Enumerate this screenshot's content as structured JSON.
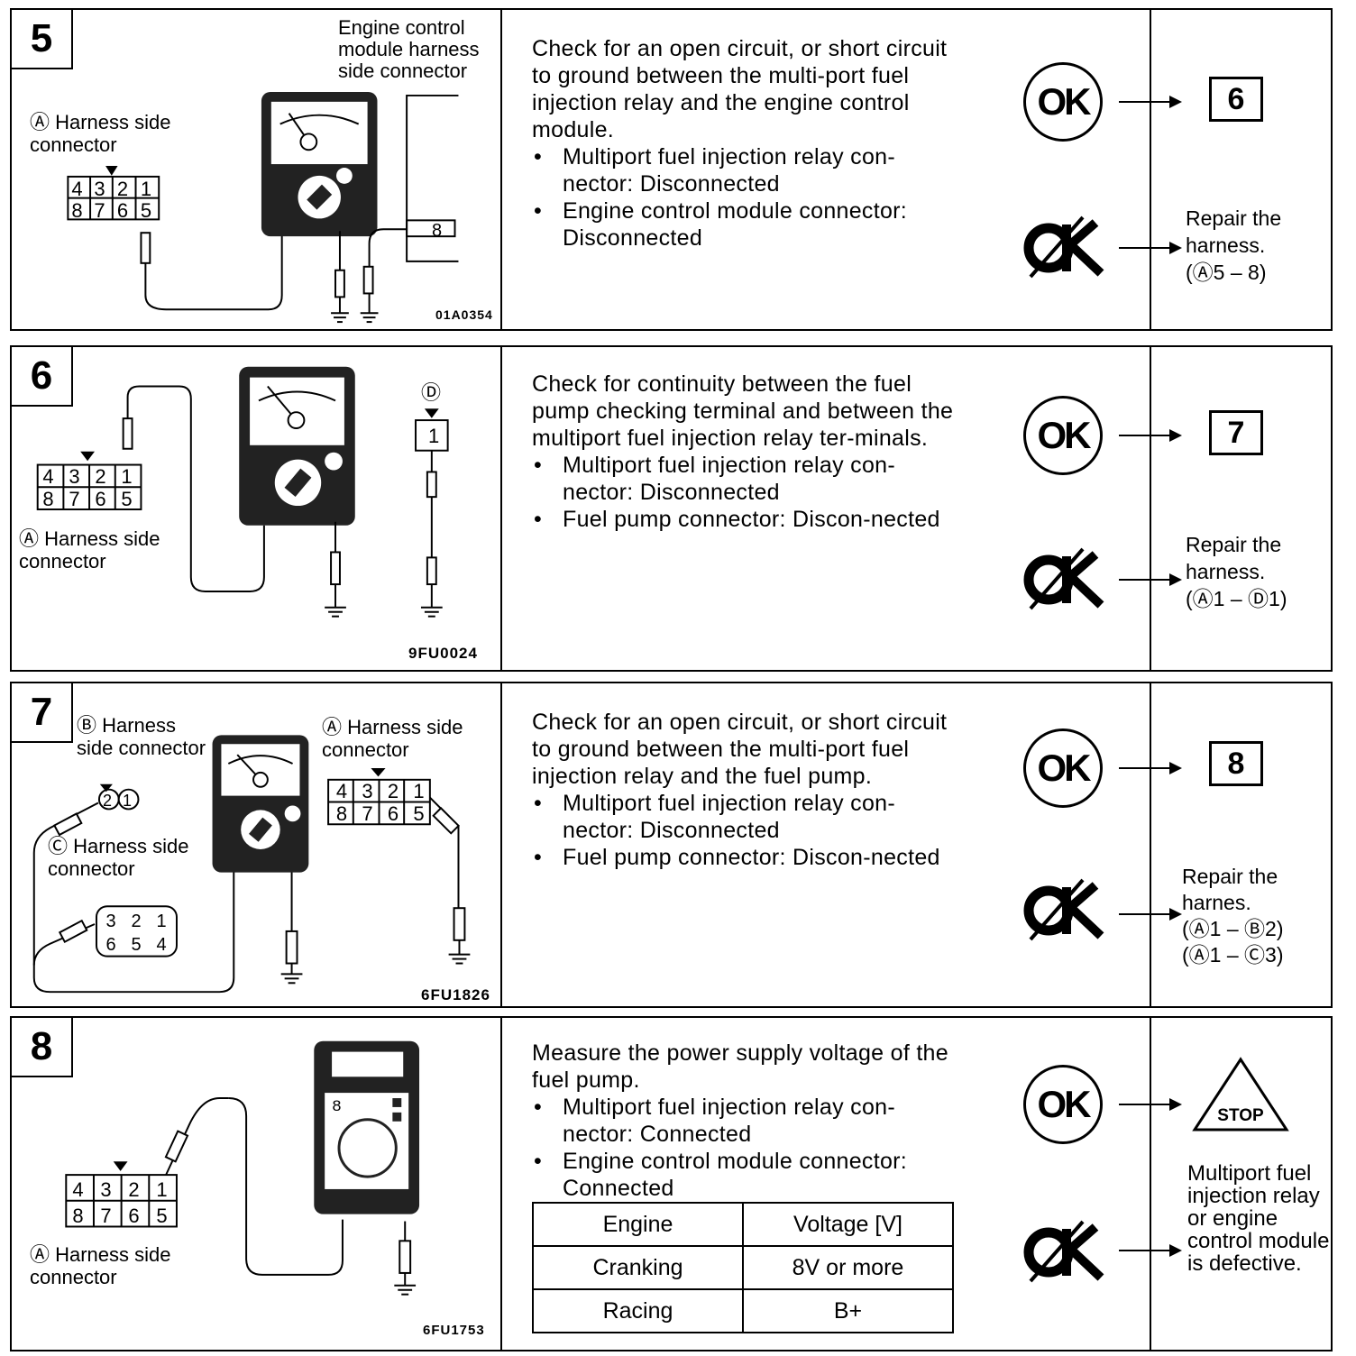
{
  "steps": [
    {
      "number": "5",
      "figure": {
        "code": "01A0354",
        "labels": [
          "Engine control module harness side connector",
          "Ⓐ Harness side connector"
        ],
        "connector_top": [
          "4",
          "3",
          "2",
          "1"
        ],
        "connector_bottom": [
          "8",
          "7",
          "6",
          "5"
        ],
        "pin_label": "8"
      },
      "description": "Check for an open circuit, or short circuit to ground between the multi-port fuel injection relay and the engine control module.",
      "bullets": [
        "Multiport fuel injection relay con-nector: Disconnected",
        "Engine control module connector: Disconnected"
      ],
      "ok_label": "OK",
      "ok_result": "6",
      "ng_result": "Repair the harness.",
      "ng_ref": [
        "(Ⓐ5 – 8)"
      ]
    },
    {
      "number": "6",
      "figure": {
        "code": "9FU0024",
        "labels": [
          "Ⓐ Harness side connector",
          "Ⓓ"
        ],
        "connector_top": [
          "4",
          "3",
          "2",
          "1"
        ],
        "connector_bottom": [
          "8",
          "7",
          "6",
          "5"
        ],
        "pin_label": "1"
      },
      "description": "Check for continuity between the fuel pump checking terminal and between the multiport fuel injection relay ter-minals.",
      "bullets": [
        "Multiport fuel injection relay con-nector: Disconnected",
        "Fuel pump connector: Discon-nected"
      ],
      "ok_label": "OK",
      "ok_result": "7",
      "ng_result": "Repair the harness.",
      "ng_ref": [
        "(Ⓐ1 – Ⓓ1)"
      ]
    },
    {
      "number": "7",
      "figure": {
        "code": "6FU1826",
        "labels": [
          "Ⓑ Harness side connector",
          "Ⓐ Harness side connector",
          "Ⓒ Harness side connector"
        ],
        "connector_top": [
          "4",
          "3",
          "2",
          "1"
        ],
        "connector_bottom": [
          "8",
          "7",
          "6",
          "5"
        ],
        "b_pins": [
          "2",
          "1"
        ],
        "c_top": [
          "3",
          "2",
          "1"
        ],
        "c_bottom": [
          "6",
          "5",
          "4"
        ]
      },
      "description": "Check for an open circuit, or short circuit to ground between the multi-port fuel injection relay and the fuel pump.",
      "bullets": [
        "Multiport fuel injection relay con-nector: Disconnected",
        "Fuel pump connector: Discon-nected"
      ],
      "ok_label": "OK",
      "ok_result": "8",
      "ng_result": "Repair the harnes.",
      "ng_ref": [
        "(Ⓐ1 – Ⓑ2)",
        "(Ⓐ1 – Ⓒ3)"
      ]
    },
    {
      "number": "8",
      "figure": {
        "code": "6FU1753",
        "labels": [
          "Ⓐ Harness side connector"
        ],
        "connector_top": [
          "4",
          "3",
          "2",
          "1"
        ],
        "connector_bottom": [
          "8",
          "7",
          "6",
          "5"
        ]
      },
      "description": "Measure the power supply voltage of the fuel pump.",
      "bullets": [
        "Multiport fuel injection relay con-nector: Connected",
        "Engine control module connector: Connected"
      ],
      "table": {
        "headers": [
          "Engine",
          "Voltage [V]"
        ],
        "rows": [
          [
            "Cranking",
            "8V or more"
          ],
          [
            "Racing",
            "B+"
          ]
        ]
      },
      "ok_label": "OK",
      "ok_result": "STOP",
      "ng_result": "Multiport fuel injection relay or engine control module is defective.",
      "ng_ref": []
    }
  ]
}
